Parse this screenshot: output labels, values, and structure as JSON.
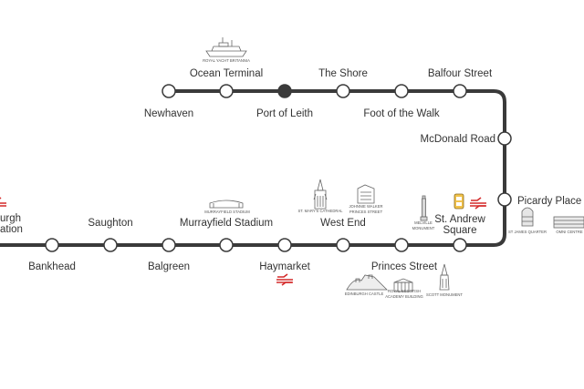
{
  "route": {
    "line_color": "#3a3a3a",
    "current_stop_color": "#3a3a3a",
    "rail_color": "#d42a2a"
  },
  "stations": {
    "ocean_terminal": "Ocean Terminal",
    "the_shore": "The Shore",
    "balfour_street": "Balfour Street",
    "newhaven": "Newhaven",
    "port_of_leith": "Port of Leith",
    "foot_of_the_walk": "Foot of the Walk",
    "mcdonald_road": "McDonald Road",
    "picardy_place": "Picardy Place",
    "st_andrew_square_1": "St. Andrew",
    "st_andrew_square_2": "Square",
    "west_end": "West End",
    "princes_street": "Princes Street",
    "haymarket": "Haymarket",
    "murrayfield_stadium": "Murrayfield Stadium",
    "balgreen": "Balgreen",
    "saughton": "Saughton",
    "bankhead": "Bankhead",
    "edinburgh_park_fragment_1": "urgh",
    "edinburgh_park_fragment_2": "ation"
  },
  "landmarks": {
    "royal_yacht": "ROYAL YACHT BRITANNIA",
    "murrayfield": "MURRAYFIELD STADIUM",
    "st_marys": "ST. MARY'S CATHEDRAL",
    "johnnie_walker_1": "JOHNNIE WALKER",
    "johnnie_walker_2": "PRINCES STREET",
    "melville_1": "MELVILLE",
    "melville_2": "MONUMENT",
    "st_james": "ST JAMES QUARTER",
    "omni": "OMNI CENTRE",
    "edinburgh_castle": "EDINBURGH CASTLE",
    "royal_scottish_1": "ROYAL SCOTTISH",
    "royal_scottish_2": "ACADEMY BUILDING",
    "scott_monument": "SCOTT MONUMENT"
  },
  "icons": {
    "rail": "national-rail-icon",
    "ticket": "tram-ticket-icon"
  }
}
